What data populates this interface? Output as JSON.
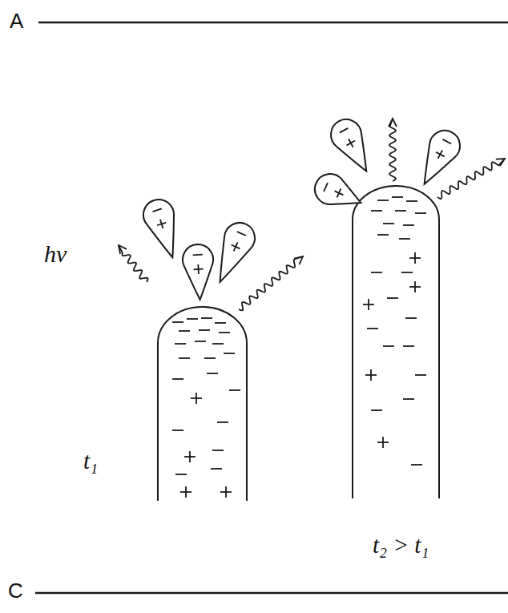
{
  "diagram": {
    "labels": [
      "A",
      "C",
      "hν",
      "t₁",
      "t₂ > t₁"
    ]
  }
}
